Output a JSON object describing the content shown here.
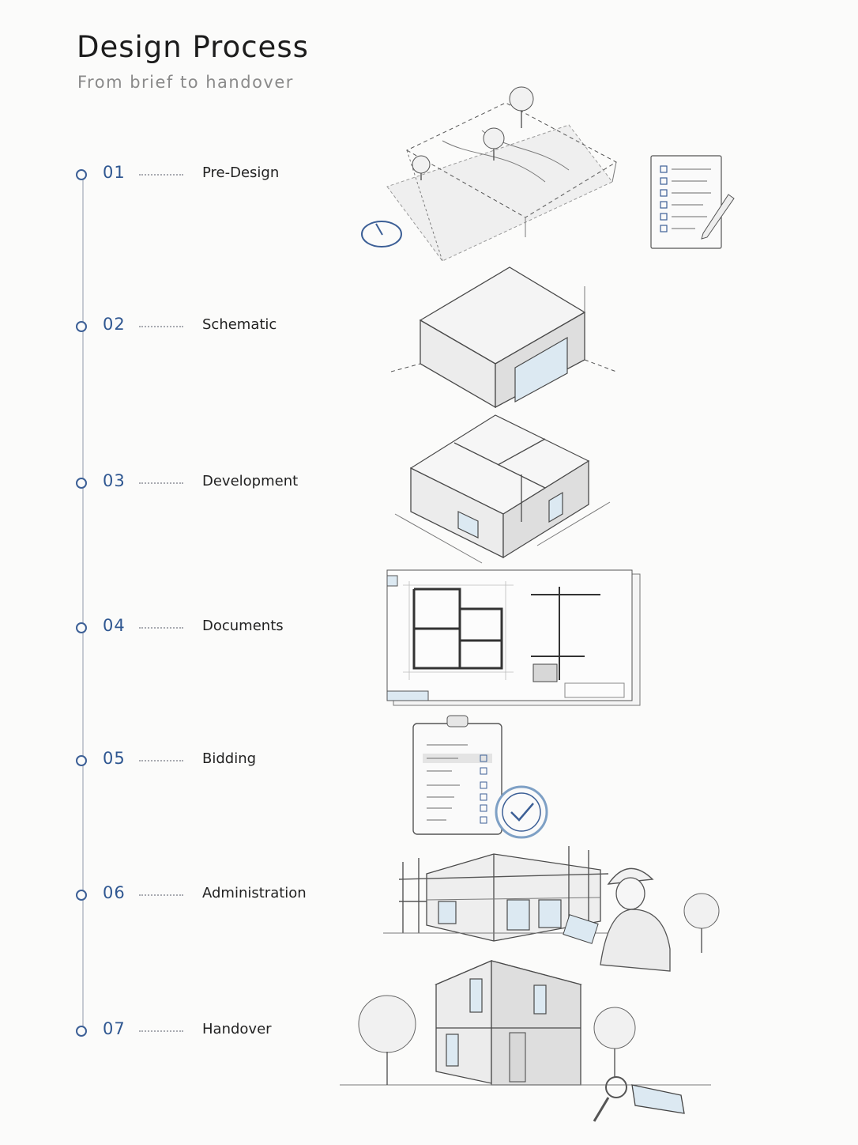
{
  "header": {
    "title": "Design Process",
    "subtitle": "From brief to handover"
  },
  "steps": [
    {
      "number": "01",
      "label": "Pre-Design"
    },
    {
      "number": "02",
      "label": "Schematic"
    },
    {
      "number": "03",
      "label": "Development"
    },
    {
      "number": "04",
      "label": "Documents"
    },
    {
      "number": "05",
      "label": "Bidding"
    },
    {
      "number": "06",
      "label": "Administration"
    },
    {
      "number": "07",
      "label": "Handover"
    }
  ],
  "colors": {
    "accent": "#2f5791",
    "line": "#c6cad2",
    "glass": "#dce9f2"
  },
  "illustrations": {
    "pre_design": "site-plan-with-trees, compass-icon, checklist-with-pencil-icon",
    "schematic": "massing-box-sketch",
    "development": "isometric-floor-plan-cutaway",
    "documents": "construction-drawing-sheet",
    "bidding": "clipboard-checklist-with-check-badge-icon",
    "administration": "building-under-construction-with-engineer",
    "handover": "finished-house-with-keys-icon"
  }
}
